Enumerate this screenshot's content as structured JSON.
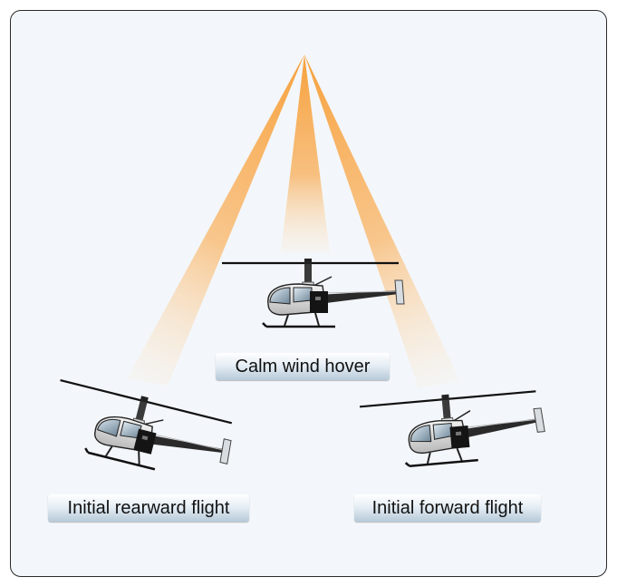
{
  "labels": {
    "center": "Calm wind hover",
    "left": "Initial rearward flight",
    "right": "Initial forward flight"
  },
  "colors": {
    "beam": "#f7a13c",
    "label_gradient_bottom": "#b7cad9",
    "background": "#f3f7fb",
    "border": "#2b2b2b"
  }
}
